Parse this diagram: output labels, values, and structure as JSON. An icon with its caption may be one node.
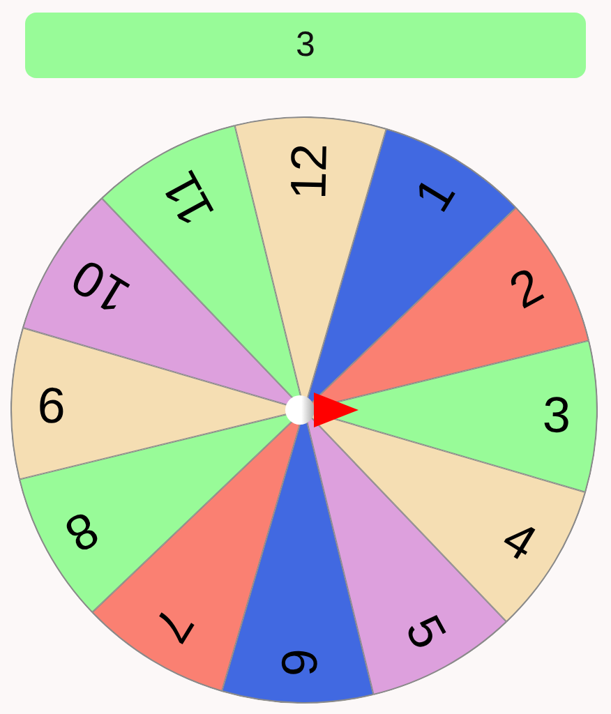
{
  "diagram": {
    "nodes": [
      {
        "text": [
          "3"
        ]
      },
      {
        "text": [
          "12"
        ]
      },
      {
        "text": [
          "1"
        ]
      },
      {
        "text": [
          "2"
        ]
      },
      {
        "text": [
          "3"
        ]
      },
      {
        "text": [
          "4"
        ]
      },
      {
        "text": [
          "5"
        ]
      },
      {
        "text": [
          "6"
        ]
      },
      {
        "text": [
          "7"
        ]
      },
      {
        "text": [
          "8"
        ]
      },
      {
        "text": [
          "9"
        ]
      },
      {
        "text": [
          "10"
        ]
      },
      {
        "text": [
          "11"
        ]
      }
    ]
  }
}
